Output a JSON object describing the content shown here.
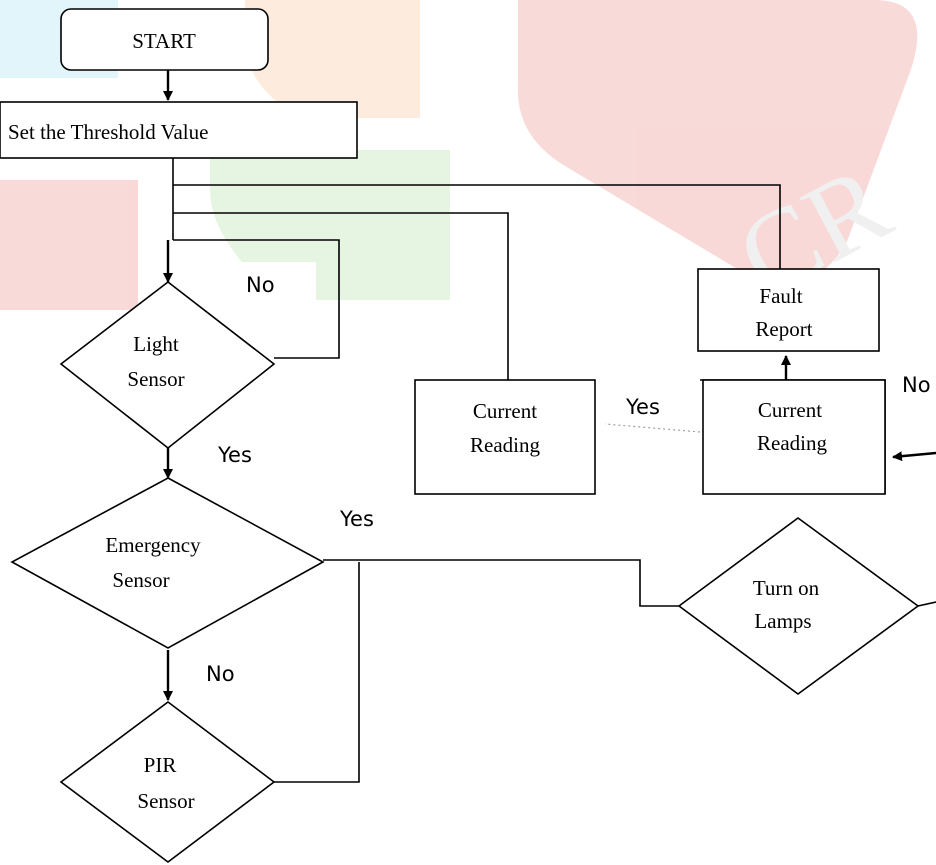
{
  "watermark": {
    "colors": {
      "red": "#e0584f",
      "orange": "#f7a26a",
      "green": "#8fd37a",
      "blue": "#7ad0ef",
      "text": "#c0c0c0"
    },
    "text": "CR"
  },
  "nodes": {
    "start": "START",
    "threshold": "Set the Threshold Value",
    "light_sensor": [
      "Light",
      "Sensor"
    ],
    "emergency_sensor": [
      "Emergency",
      "Sensor"
    ],
    "pir_sensor": [
      "PIR",
      "Sensor"
    ],
    "current_reading_left": [
      "Current",
      "Reading"
    ],
    "current_reading_right": [
      "Current",
      "Reading"
    ],
    "fault_report": [
      "Fault",
      "Report"
    ],
    "turn_on_lamps": [
      "Turn on",
      "Lamps"
    ]
  },
  "edge_labels": {
    "light_no": "No",
    "light_yes": "Yes",
    "emergency_yes": "Yes",
    "emergency_no": "No",
    "reading_yes": "Yes",
    "reading_no": "No"
  }
}
